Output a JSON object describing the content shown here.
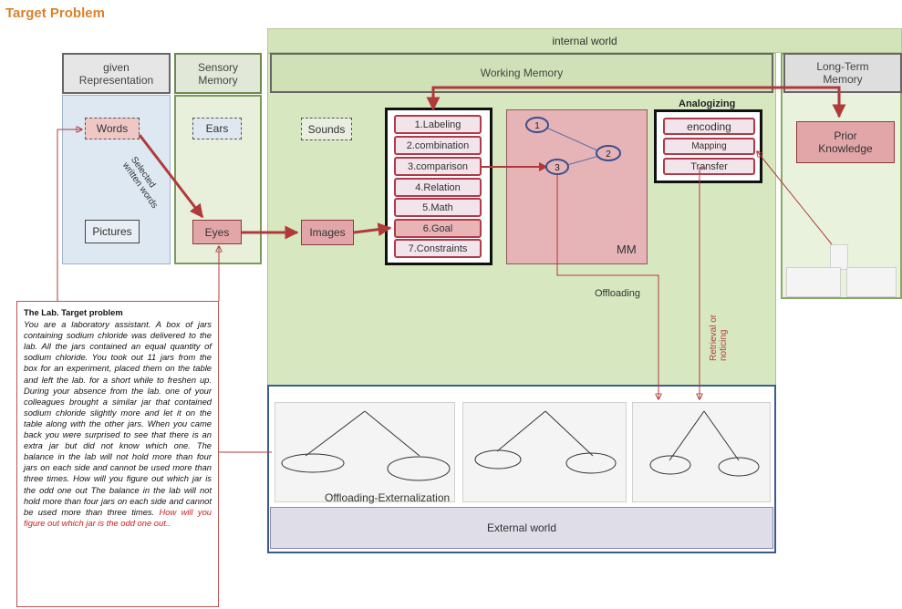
{
  "title": "Target Problem",
  "regions": {
    "internal_world": "internal world",
    "working_memory": "Working Memory",
    "long_term_memory": "Long-Term\nMemory",
    "given_representation": "given\nRepresentation",
    "sensory_memory": "Sensory\nMemory",
    "analogizing": "Analogizing",
    "mm": "MM",
    "external_world": "External world"
  },
  "nodes": {
    "words": "Words",
    "pictures": "Pictures",
    "ears": "Ears",
    "eyes": "Eyes",
    "sounds": "Sounds",
    "images": "Images",
    "prior_knowledge": "Prior\nKnowledge"
  },
  "steps": [
    "1.Labeling",
    "2.combination",
    "3.comparison",
    "4.Relation",
    "5.Math",
    "6.Goal",
    "7.Constraints"
  ],
  "analogizing_steps": [
    "encoding",
    "Mapping",
    "Transfer"
  ],
  "mm_nodes": [
    "1",
    "2",
    "3"
  ],
  "edge_labels": {
    "selected_words": "Selected\nwritten words",
    "offloading": "Offloading",
    "retrieval": "Retrieval or\nnoticing",
    "externalization": "Offloading-Externalization"
  },
  "lab_card": {
    "heading": "The Lab. Target problem",
    "body": "You are a laboratory assistant. A box of jars containing sodium chloride was delivered to the lab. All the jars contained an equal quantity of sodium chloride. You took out 11 jars from the box for an experiment, placed them on the table and left the lab. for a short while to freshen up. During your absence from the lab. one of your colleagues brought a similar jar that contained sodium chloride slightly more and let it on the table along with the other jars. When you came back you were surprised to see that there is an extra jar but did not know which one. The balance in the lab will not hold more than four jars on each side and cannot be used more than three times. How will you figure out which jar is the odd one out The balance in the lab will not hold more than four jars on each side and cannot be used more than three times.",
    "question": "How will you figure out which jar is the odd one out.."
  },
  "colors": {
    "arrow": "#b03a3a",
    "title": "#d9822b",
    "wm_bg": "#d7e8c1",
    "external_border": "#3a5d8f"
  }
}
